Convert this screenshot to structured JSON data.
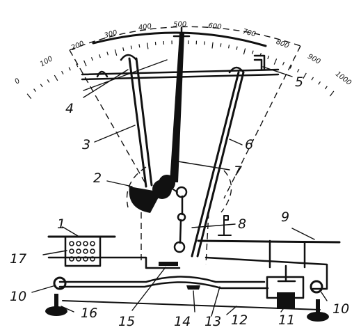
{
  "scale": {
    "ticks": [
      "0",
      "100",
      "200",
      "300",
      "400",
      "500",
      "600",
      "700",
      "800",
      "900",
      "1000"
    ]
  },
  "labels": [
    "1",
    "2",
    "3",
    "4",
    "5",
    "6",
    "7",
    "8",
    "9",
    "10",
    "10",
    "11",
    "12",
    "13",
    "14",
    "15",
    "16",
    "17"
  ]
}
